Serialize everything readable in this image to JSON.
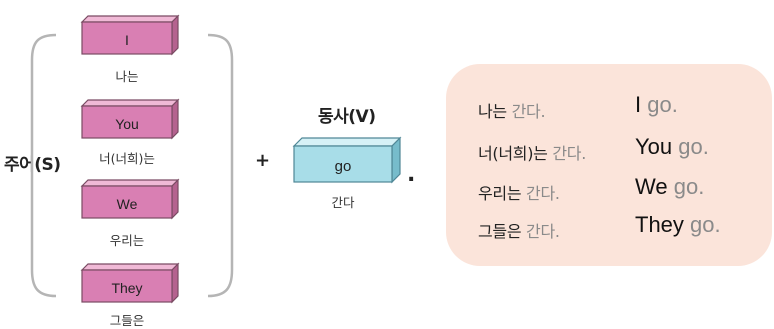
{
  "subject_label": "주어(S)",
  "verb_label": "동사(V)",
  "subjects": [
    {
      "word": "I",
      "meaning": "나는"
    },
    {
      "word": "You",
      "meaning": "너(너희)는"
    },
    {
      "word": "We",
      "meaning": "우리는"
    },
    {
      "word": "They",
      "meaning": "그들은"
    }
  ],
  "verb": {
    "word": "go",
    "meaning": "간다"
  },
  "plus_sign": "+",
  "period": ".",
  "examples": [
    {
      "ko_subject": "나는",
      "ko_verb": " 간다.",
      "en_subject": "I",
      "en_verb": " go."
    },
    {
      "ko_subject": "너(너희)는",
      "ko_verb": " 간다.",
      "en_subject": "You",
      "en_verb": " go."
    },
    {
      "ko_subject": "우리는",
      "ko_verb": " 간다.",
      "en_subject": "We",
      "en_verb": " go."
    },
    {
      "ko_subject": "그들은",
      "ko_verb": " 간다.",
      "en_subject": "They",
      "en_verb": " go."
    }
  ],
  "colors": {
    "subject_block": "#d97fb3",
    "verb_block": "#a8dde8",
    "panel": "#fbe4da",
    "bracket": "#b5b5b5"
  }
}
